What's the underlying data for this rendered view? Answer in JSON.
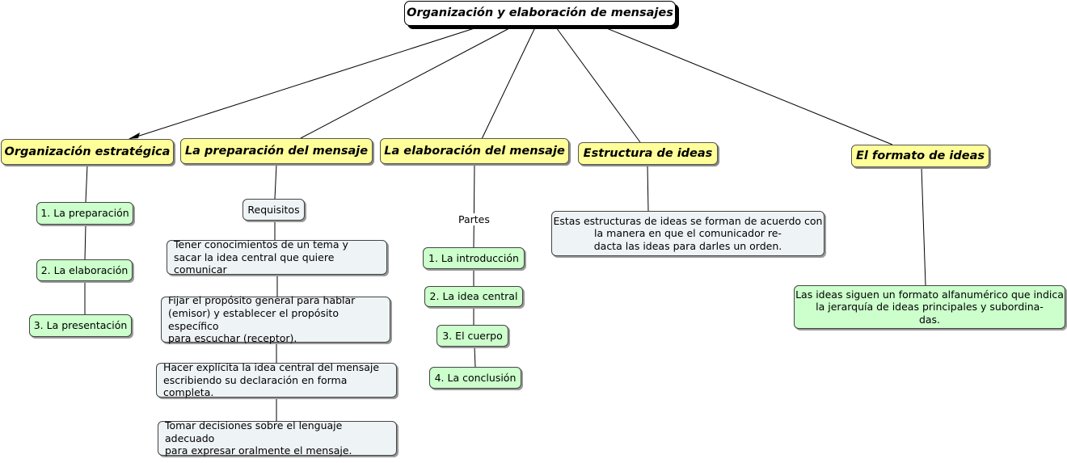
{
  "root": "Organización y elaboración de mensajes",
  "topics": {
    "organizacion": "Organización estratégica",
    "preparacion": "La preparación del mensaje",
    "elaboracion": "La elaboración del mensaje",
    "estructura": "Estructura de ideas",
    "formato": "El formato de ideas"
  },
  "organizacion_items": [
    "1. La preparación",
    "2. La elaboración",
    "3. La presentación"
  ],
  "preparacion": {
    "requisitos_label": "Requisitos",
    "items": [
      "Tener conocimientos de un tema y\nsacar la idea central que quiere comunicar",
      "Fijar el propósito general para hablar\n(emisor) y establecer el propósito específico\n para escuchar (receptor).",
      "Hacer explícita la idea central del mensaje\nescribiendo su declaración en forma completa.",
      "Tomar decisiones sobre el lenguaje adecuado\npara expresar oralmente el mensaje."
    ]
  },
  "elaboracion": {
    "partes_label": "Partes",
    "items": [
      "1. La introducción",
      "2. La idea central",
      "3. El cuerpo",
      "4. La conclusión"
    ]
  },
  "estructura_text": "Estas estructuras de ideas se forman de acuerdo con\nla manera en que el comunicador re-\ndacta las ideas para darles un orden.",
  "formato_text": "Las ideas siguen un formato alfanumérico que indica\nla jerarquía de ideas principales y subordina-\ndas."
}
